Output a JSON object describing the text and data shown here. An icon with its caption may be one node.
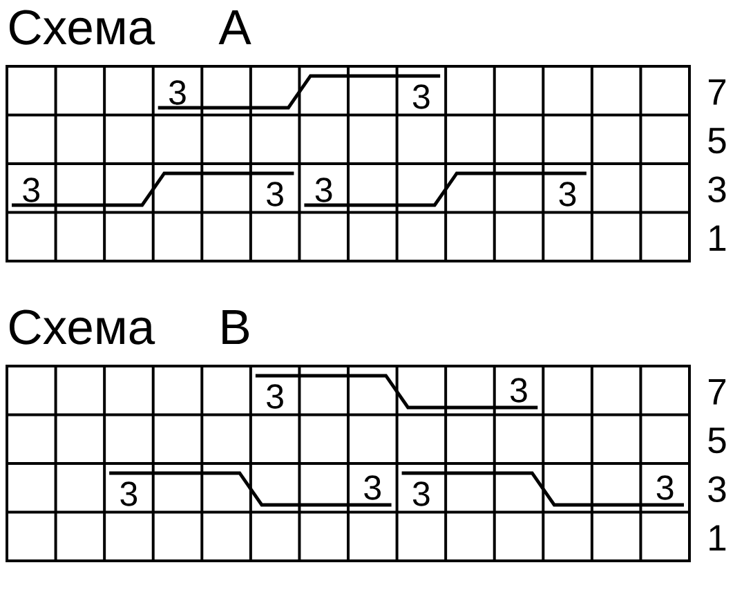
{
  "diagram": {
    "nodes": [
      {
        "text": [
          "Схема",
          "А"
        ],
        "beside": [
          "7",
          "5",
          "3",
          "1"
        ]
      },
      {
        "text": [
          "3",
          "3"
        ],
        "in": 0
      },
      {
        "text": [
          "3",
          "3"
        ],
        "in": 0
      },
      {
        "text": [
          "3",
          "3"
        ],
        "in": 0
      },
      {
        "text": [
          "Схема",
          "В"
        ],
        "beside": [
          "7",
          "5",
          "3",
          "1"
        ]
      },
      {
        "text": [
          "3",
          "3"
        ],
        "in": 4
      },
      {
        "text": [
          "3",
          "3"
        ],
        "in": 4
      },
      {
        "text": [
          "3",
          "3"
        ],
        "in": 4
      }
    ]
  }
}
